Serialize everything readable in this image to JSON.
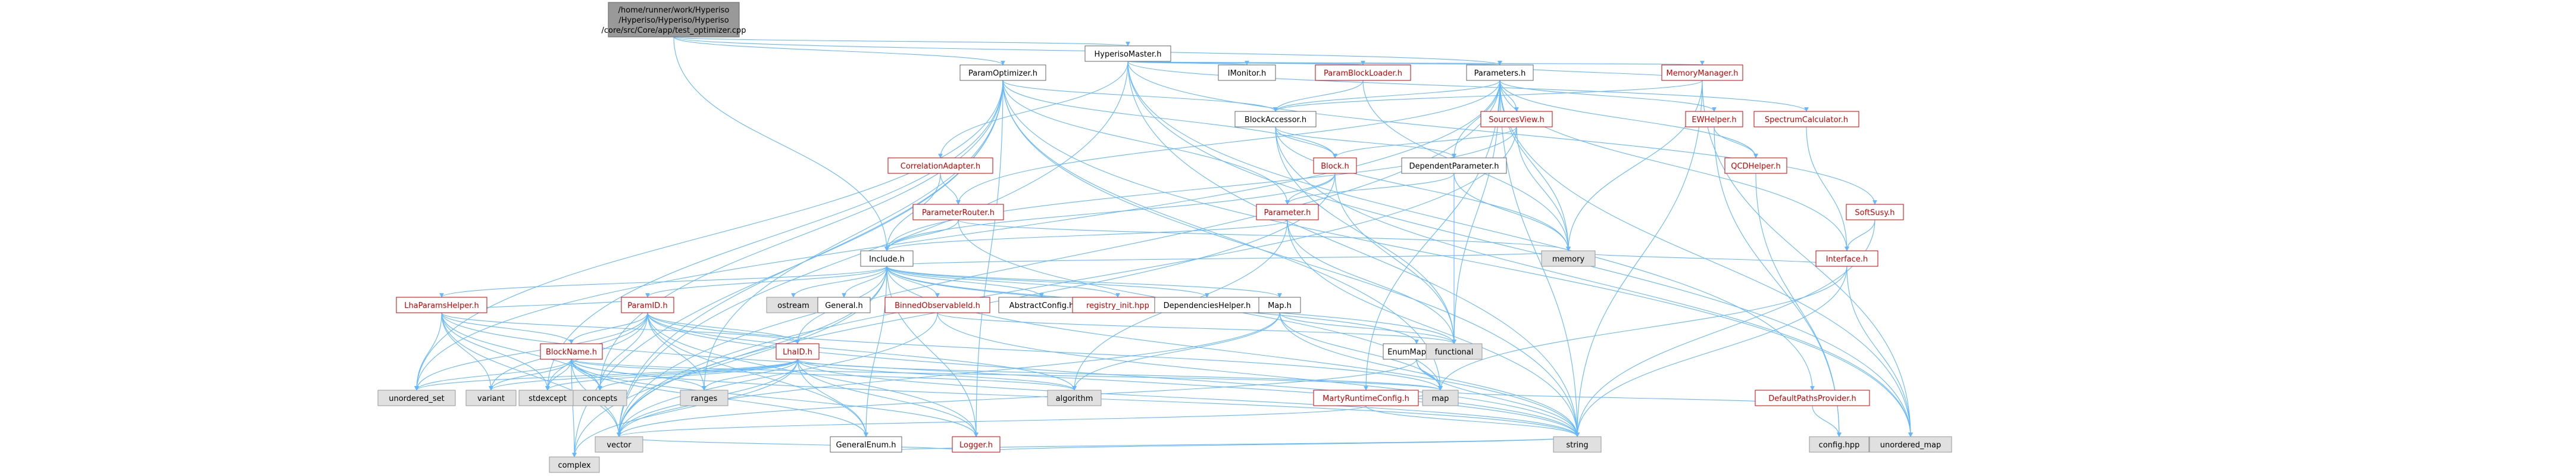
{
  "graph": {
    "root": [
      "/home/runner/work/Hyperiso",
      "/Hyperiso/Hyperiso/Hyperiso",
      "/core/src/Core/app/test_optimizer.cpp"
    ],
    "nodes": [
      {
        "id": "HyperisoMaster",
        "label": "HyperisoMaster.h",
        "kind": "local"
      },
      {
        "id": "ParamOptimizer",
        "label": "ParamOptimizer.h",
        "kind": "local"
      },
      {
        "id": "IMonitor",
        "label": "IMonitor.h",
        "kind": "local"
      },
      {
        "id": "ParamBlockLoader",
        "label": "ParamBlockLoader.h",
        "kind": "red"
      },
      {
        "id": "Parameters",
        "label": "Parameters.h",
        "kind": "local"
      },
      {
        "id": "MemoryManager",
        "label": "MemoryManager.h",
        "kind": "red"
      },
      {
        "id": "SpectrumCalculator",
        "label": "SpectrumCalculator.h",
        "kind": "red"
      },
      {
        "id": "BlockAccessor",
        "label": "BlockAccessor.h",
        "kind": "local"
      },
      {
        "id": "SourcesView",
        "label": "SourcesView.h",
        "kind": "red"
      },
      {
        "id": "EWHelper",
        "label": "EWHelper.h",
        "kind": "red"
      },
      {
        "id": "QCDHelper",
        "label": "QCDHelper.h",
        "kind": "red"
      },
      {
        "id": "CorrelationAdapter",
        "label": "CorrelationAdapter.h",
        "kind": "red"
      },
      {
        "id": "Block",
        "label": "Block.h",
        "kind": "red"
      },
      {
        "id": "DependentParameter",
        "label": "DependentParameter.h",
        "kind": "local"
      },
      {
        "id": "ParameterRouter",
        "label": "ParameterRouter.h",
        "kind": "red"
      },
      {
        "id": "Parameter",
        "label": "Parameter.h",
        "kind": "red"
      },
      {
        "id": "SoftSusy",
        "label": "SoftSusy.h",
        "kind": "red"
      },
      {
        "id": "Interface",
        "label": "Interface.h",
        "kind": "red"
      },
      {
        "id": "Include",
        "label": "Include.h",
        "kind": "local"
      },
      {
        "id": "LhaParamsHelper",
        "label": "LhaParamsHelper.h",
        "kind": "red"
      },
      {
        "id": "ParamID",
        "label": "ParamID.h",
        "kind": "red"
      },
      {
        "id": "ostream",
        "label": "ostream",
        "kind": "ext"
      },
      {
        "id": "General",
        "label": "General.h",
        "kind": "local"
      },
      {
        "id": "BinnedObservableId",
        "label": "BinnedObservableId.h",
        "kind": "red"
      },
      {
        "id": "AbstractConfig",
        "label": "AbstractConfig.h",
        "kind": "local"
      },
      {
        "id": "registry_init",
        "label": "registry_init.hpp",
        "kind": "red"
      },
      {
        "id": "DependenciesHelper",
        "label": "DependenciesHelper.h",
        "kind": "local"
      },
      {
        "id": "Map",
        "label": "Map.h",
        "kind": "local"
      },
      {
        "id": "MartyRuntimeConfig",
        "label": "MartyRuntimeConfig.h",
        "kind": "red"
      },
      {
        "id": "EnumMapper",
        "label": "EnumMapper.h",
        "kind": "local"
      },
      {
        "id": "DefaultPathsProvider",
        "label": "DefaultPathsProvider.h",
        "kind": "red"
      },
      {
        "id": "BlockName",
        "label": "BlockName.h",
        "kind": "red"
      },
      {
        "id": "LhaID",
        "label": "LhaID.h",
        "kind": "red"
      },
      {
        "id": "GeneralEnum",
        "label": "GeneralEnum.h",
        "kind": "local"
      },
      {
        "id": "Logger",
        "label": "Logger.h",
        "kind": "red"
      },
      {
        "id": "memory",
        "label": "memory",
        "kind": "ext"
      },
      {
        "id": "functional",
        "label": "functional",
        "kind": "ext"
      },
      {
        "id": "map",
        "label": "map",
        "kind": "ext"
      },
      {
        "id": "string",
        "label": "string",
        "kind": "ext"
      },
      {
        "id": "unordered_map",
        "label": "unordered_map",
        "kind": "ext"
      },
      {
        "id": "configHpp",
        "label": "config.hpp",
        "kind": "ext"
      },
      {
        "id": "vector",
        "label": "vector",
        "kind": "ext"
      },
      {
        "id": "complex",
        "label": "complex",
        "kind": "ext"
      },
      {
        "id": "unordered_set",
        "label": "unordered_set",
        "kind": "ext"
      },
      {
        "id": "variant",
        "label": "variant",
        "kind": "ext"
      },
      {
        "id": "stdexcept",
        "label": "stdexcept",
        "kind": "ext"
      },
      {
        "id": "concepts",
        "label": "concepts",
        "kind": "ext"
      },
      {
        "id": "ranges",
        "label": "ranges",
        "kind": "ext"
      },
      {
        "id": "algorithm",
        "label": "algorithm",
        "kind": "ext"
      }
    ],
    "edges": [
      [
        "root",
        "HyperisoMaster"
      ],
      [
        "root",
        "ParamOptimizer"
      ],
      [
        "root",
        "Parameters"
      ],
      [
        "root",
        "Include"
      ],
      [
        "HyperisoMaster",
        "IMonitor"
      ],
      [
        "HyperisoMaster",
        "ParamBlockLoader"
      ],
      [
        "HyperisoMaster",
        "Parameters"
      ],
      [
        "HyperisoMaster",
        "MemoryManager"
      ],
      [
        "HyperisoMaster",
        "SpectrumCalculator"
      ],
      [
        "HyperisoMaster",
        "SoftSusy"
      ],
      [
        "HyperisoMaster",
        "DefaultPathsProvider"
      ],
      [
        "HyperisoMaster",
        "string"
      ],
      [
        "HyperisoMaster",
        "vector"
      ],
      [
        "HyperisoMaster",
        "CorrelationAdapter"
      ],
      [
        "HyperisoMaster",
        "unordered_map"
      ],
      [
        "ParamOptimizer",
        "BlockAccessor"
      ],
      [
        "ParamOptimizer",
        "Block"
      ],
      [
        "ParamOptimizer",
        "Parameter"
      ],
      [
        "ParamOptimizer",
        "string"
      ],
      [
        "ParamOptimizer",
        "vector"
      ],
      [
        "ParamOptimizer",
        "map"
      ],
      [
        "ParamOptimizer",
        "unordered_set"
      ],
      [
        "ParamOptimizer",
        "complex"
      ],
      [
        "ParamOptimizer",
        "concepts"
      ],
      [
        "ParamOptimizer",
        "stdexcept"
      ],
      [
        "ParamOptimizer",
        "ranges"
      ],
      [
        "ParamOptimizer",
        "Logger"
      ],
      [
        "ParamOptimizer",
        "unordered_map"
      ],
      [
        "ParamBlockLoader",
        "BlockAccessor"
      ],
      [
        "ParamBlockLoader",
        "memory"
      ],
      [
        "Parameters",
        "BlockAccessor"
      ],
      [
        "Parameters",
        "SourcesView"
      ],
      [
        "Parameters",
        "EWHelper"
      ],
      [
        "Parameters",
        "QCDHelper"
      ],
      [
        "Parameters",
        "DependentParameter"
      ],
      [
        "Parameters",
        "memory"
      ],
      [
        "Parameters",
        "Interface"
      ],
      [
        "Parameters",
        "ParameterRouter"
      ],
      [
        "Parameters",
        "MartyRuntimeConfig"
      ],
      [
        "Parameters",
        "unordered_map"
      ],
      [
        "Parameters",
        "functional"
      ],
      [
        "Parameters",
        "unordered_set"
      ],
      [
        "Parameters",
        "string"
      ],
      [
        "Parameters",
        "vector"
      ],
      [
        "MemoryManager",
        "Parameters"
      ],
      [
        "MemoryManager",
        "BlockAccessor"
      ],
      [
        "MemoryManager",
        "memory"
      ],
      [
        "MemoryManager",
        "unordered_map"
      ],
      [
        "MemoryManager",
        "string"
      ],
      [
        "SpectrumCalculator",
        "Interface"
      ],
      [
        "BlockAccessor",
        "Block"
      ],
      [
        "BlockAccessor",
        "DependentParameter"
      ],
      [
        "BlockAccessor",
        "functional"
      ],
      [
        "BlockAccessor",
        "memory"
      ],
      [
        "BlockAccessor",
        "unordered_map"
      ],
      [
        "SourcesView",
        "Include"
      ],
      [
        "SourcesView",
        "Block"
      ],
      [
        "SourcesView",
        "memory"
      ],
      [
        "SourcesView",
        "vector"
      ],
      [
        "EWHelper",
        "QCDHelper"
      ],
      [
        "EWHelper",
        "configHpp"
      ],
      [
        "QCDHelper",
        "configHpp"
      ],
      [
        "CorrelationAdapter",
        "ParameterRouter"
      ],
      [
        "CorrelationAdapter",
        "Include"
      ],
      [
        "Block",
        "Parameter"
      ],
      [
        "Block",
        "Include"
      ],
      [
        "Block",
        "functional"
      ],
      [
        "Block",
        "vector"
      ],
      [
        "DependentParameter",
        "Parameter"
      ],
      [
        "DependentParameter",
        "functional"
      ],
      [
        "DependentParameter",
        "memory"
      ],
      [
        "ParameterRouter",
        "Include"
      ],
      [
        "ParameterRouter",
        "map"
      ],
      [
        "ParameterRouter",
        "memory"
      ],
      [
        "Parameter",
        "Include"
      ],
      [
        "Parameter",
        "string"
      ],
      [
        "Parameter",
        "functional"
      ],
      [
        "Parameter",
        "algorithm"
      ],
      [
        "SoftSusy",
        "Interface"
      ],
      [
        "SoftSusy",
        "string"
      ],
      [
        "Interface",
        "memory"
      ],
      [
        "Interface",
        "map"
      ],
      [
        "Interface",
        "string"
      ],
      [
        "Interface",
        "unordered_map"
      ],
      [
        "Include",
        "LhaParamsHelper"
      ],
      [
        "Include",
        "ParamID"
      ],
      [
        "Include",
        "ostream"
      ],
      [
        "Include",
        "General"
      ],
      [
        "Include",
        "BinnedObservableId"
      ],
      [
        "Include",
        "AbstractConfig"
      ],
      [
        "Include",
        "registry_init"
      ],
      [
        "Include",
        "DependenciesHelper"
      ],
      [
        "Include",
        "Map"
      ],
      [
        "Include",
        "memory"
      ],
      [
        "Include",
        "functional"
      ],
      [
        "Include",
        "string"
      ],
      [
        "Include",
        "vector"
      ],
      [
        "Include",
        "complex"
      ],
      [
        "Include",
        "LhaID"
      ],
      [
        "Include",
        "Logger"
      ],
      [
        "Include",
        "GeneralEnum"
      ],
      [
        "Include",
        "EnumMapper"
      ],
      [
        "LhaParamsHelper",
        "ParamID"
      ],
      [
        "LhaParamsHelper",
        "BlockName"
      ],
      [
        "LhaParamsHelper",
        "LhaID"
      ],
      [
        "LhaParamsHelper",
        "unordered_set"
      ],
      [
        "LhaParamsHelper",
        "variant"
      ],
      [
        "LhaParamsHelper",
        "stdexcept"
      ],
      [
        "LhaParamsHelper",
        "concepts"
      ],
      [
        "LhaParamsHelper",
        "vector"
      ],
      [
        "LhaParamsHelper",
        "string"
      ],
      [
        "ParamID",
        "BlockName"
      ],
      [
        "ParamID",
        "LhaID"
      ],
      [
        "ParamID",
        "GeneralEnum"
      ],
      [
        "ParamID",
        "map"
      ],
      [
        "ParamID",
        "unordered_set"
      ],
      [
        "ParamID",
        "variant"
      ],
      [
        "ParamID",
        "stdexcept"
      ],
      [
        "ParamID",
        "concepts"
      ],
      [
        "ParamID",
        "ranges"
      ],
      [
        "ParamID",
        "algorithm"
      ],
      [
        "ParamID",
        "Logger"
      ],
      [
        "ParamID",
        "string"
      ],
      [
        "BinnedObservableId",
        "string"
      ],
      [
        "BinnedObservableId",
        "vector"
      ],
      [
        "BinnedObservableId",
        "functional"
      ],
      [
        "Map",
        "map"
      ],
      [
        "Map",
        "string"
      ],
      [
        "Map",
        "vector"
      ],
      [
        "Map",
        "functional"
      ],
      [
        "Map",
        "algorithm"
      ],
      [
        "MartyRuntimeConfig",
        "map"
      ],
      [
        "MartyRuntimeConfig",
        "string"
      ],
      [
        "MartyRuntimeConfig",
        "vector"
      ],
      [
        "EnumMapper",
        "map"
      ],
      [
        "EnumMapper",
        "string"
      ],
      [
        "EnumMapper",
        "vector"
      ],
      [
        "DefaultPathsProvider",
        "configHpp"
      ],
      [
        "DefaultPathsProvider",
        "map"
      ],
      [
        "BlockName",
        "GeneralEnum"
      ],
      [
        "BlockName",
        "map"
      ],
      [
        "BlockName",
        "unordered_set"
      ],
      [
        "BlockName",
        "variant"
      ],
      [
        "BlockName",
        "stdexcept"
      ],
      [
        "BlockName",
        "concepts"
      ],
      [
        "BlockName",
        "ranges"
      ],
      [
        "BlockName",
        "algorithm"
      ],
      [
        "BlockName",
        "Logger"
      ],
      [
        "BlockName",
        "string"
      ],
      [
        "BlockName",
        "vector"
      ],
      [
        "BlockName",
        "complex"
      ],
      [
        "LhaID",
        "GeneralEnum"
      ],
      [
        "LhaID",
        "unordered_set"
      ],
      [
        "LhaID",
        "variant"
      ],
      [
        "LhaID",
        "stdexcept"
      ],
      [
        "LhaID",
        "concepts"
      ],
      [
        "LhaID",
        "ranges"
      ],
      [
        "LhaID",
        "algorithm"
      ],
      [
        "LhaID",
        "Logger"
      ],
      [
        "LhaID",
        "string"
      ],
      [
        "LhaID",
        "vector"
      ],
      [
        "LhaID",
        "complex"
      ],
      [
        "LhaID",
        "map"
      ],
      [
        "GeneralEnum",
        "string"
      ],
      [
        "Logger",
        "string"
      ],
      [
        "Logger",
        "vector"
      ]
    ]
  }
}
